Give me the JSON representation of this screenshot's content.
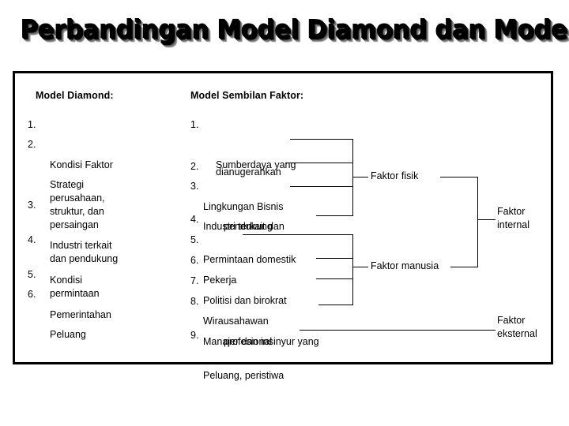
{
  "title": "Perbandingan Model Diamond dan Model Sembilan Faktor",
  "panel": {
    "left_column": {
      "heading": "Model Diamond:",
      "items": [
        {
          "num": "1.",
          "text": "Kondisi Faktor"
        },
        {
          "num": "2.",
          "text": "Strategi\nperusahaan,\nstruktur, dan\npersaingan"
        },
        {
          "num": "3.",
          "text": "Industri terkait\ndan pendukung"
        },
        {
          "num": "4.",
          "text": "Kondisi\npermintaan"
        },
        {
          "num": "5.",
          "text": "Pemerintahan"
        },
        {
          "num": "6.",
          "text": "Peluang"
        }
      ]
    },
    "middle_column": {
      "heading": "Model Sembilan Faktor:",
      "items": [
        {
          "num": "1.",
          "text": "Sumberdaya yang"
        },
        {
          "num": "",
          "text": "dianugerahkan"
        },
        {
          "num": "2.",
          "text": "Lingkungan Bisnis"
        },
        {
          "num": "3.",
          "text": "Industri terkait dan"
        },
        {
          "num": "",
          "text": "pendukung"
        },
        {
          "num": "4.",
          "text": "Permintaan domestik"
        },
        {
          "num": "5.",
          "text": "Pekerja"
        },
        {
          "num": "6.",
          "text": "Politisi dan birokrat"
        },
        {
          "num": "7.",
          "text": "Wirausahawan"
        },
        {
          "num": "8.",
          "text": "Manajer dan insinyur yang"
        },
        {
          "num": "",
          "text": "profesional"
        },
        {
          "num": "9.",
          "text": "Peluang, peristiwa"
        }
      ]
    },
    "group_labels": {
      "physical": "Faktor fisik",
      "human": "Faktor manusia",
      "internal": "Faktor\ninternal",
      "external": "Faktor\neksternal"
    }
  },
  "colors": {
    "ink": "#000000",
    "paper": "#ffffff"
  }
}
